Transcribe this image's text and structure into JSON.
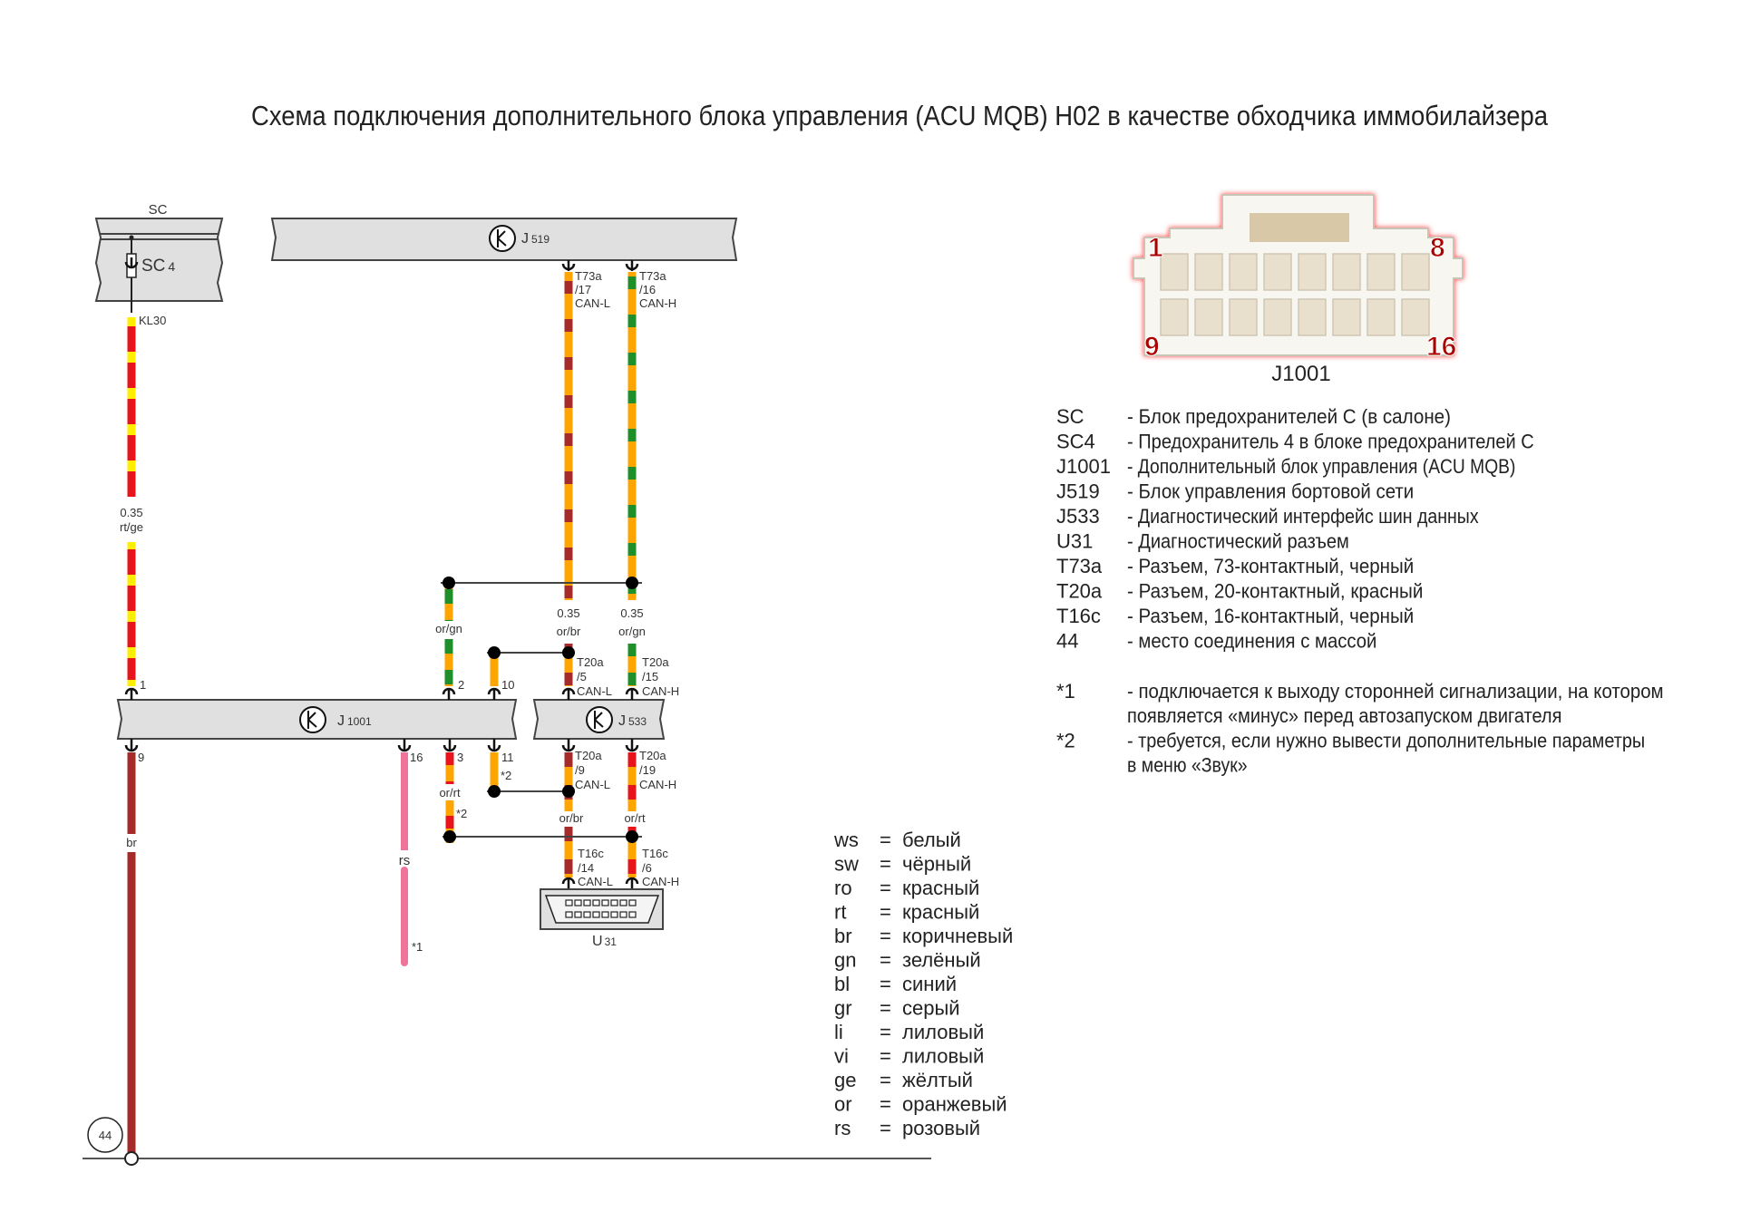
{
  "title": "Схема подключения дополнительного блока управления (ACU MQB) H02 в качестве обходчика иммобилайзера",
  "colors": {
    "rt": "#e8141c",
    "ge": "#ffee00",
    "br": "#a52a2a",
    "or": "#ffa500",
    "gn": "#1f8f2a",
    "rs": "#f07399"
  },
  "components": {
    "sc": "SC",
    "sc4": "SC",
    "sc4_num": "4",
    "j519": "J",
    "j519_num": "519",
    "j1001": "J",
    "j1001_num": "1001",
    "j533": "J",
    "j533_num": "533",
    "u31": "U",
    "u31_num": "31",
    "ground": "44"
  },
  "labels": {
    "kl30": "KL30",
    "kl30_size": "0.35",
    "kl30_color": "rt/ge",
    "t73a_17": [
      "T73a",
      "/17",
      "CAN-L"
    ],
    "t73a_16": [
      "T73a",
      "/16",
      "CAN-H"
    ],
    "orgn_mid": "or/gn",
    "canl_size": "0.35",
    "canl_color": "or/br",
    "canh_size": "0.35",
    "canh_color": "or/gn",
    "t20a_5": [
      "T20a",
      "/5",
      "CAN-L"
    ],
    "t20a_15": [
      "T20a",
      "/15",
      "CAN-H"
    ],
    "t20a_9": [
      "T20a",
      "/9",
      "CAN-L"
    ],
    "t20a_19": [
      "T20a",
      "/19",
      "CAN-H"
    ],
    "t16c_14": [
      "T16c",
      "/14",
      "CAN-L"
    ],
    "t16c_6": [
      "T16c",
      "/6",
      "CAN-H"
    ],
    "pins": {
      "p1": "1",
      "p2": "2",
      "p10": "10",
      "p9": "9",
      "p16": "16",
      "p3": "3",
      "p11": "11"
    },
    "ortr": "or/rt",
    "orbr_low": "or/br",
    "orrt_low": "or/rt",
    "br": "br",
    "rs": "rs",
    "note2a": "*2",
    "note2b": "*2",
    "note1": "*1"
  },
  "connector_photo": {
    "label": "J1001",
    "pin_tl": "1",
    "pin_tr": "8",
    "pin_bl": "9",
    "pin_br": "16"
  },
  "legend": [
    {
      "code": "SC",
      "desc": "- Блок предохранителей С (в салоне)"
    },
    {
      "code": "SC4",
      "desc": "- Предохранитель 4 в блоке предохранителей С"
    },
    {
      "code": "J1001",
      "desc": "- Дополнительный блок управления (ACU MQB)"
    },
    {
      "code": "J519",
      "desc": "- Блок управления бортовой сети"
    },
    {
      "code": "J533",
      "desc": "- Диагностический интерфейс шин данных"
    },
    {
      "code": "U31",
      "desc": "- Диагностический разъем"
    },
    {
      "code": "T73a",
      "desc": "- Разъем, 73-контактный, черный"
    },
    {
      "code": "T20a",
      "desc": "- Разъем, 20-контактный, красный"
    },
    {
      "code": "T16c",
      "desc": "- Разъем, 16-контактный, черный"
    },
    {
      "code": "44",
      "desc": "- место соединения с массой"
    }
  ],
  "footnotes": [
    {
      "code": "*1",
      "lines": [
        "- подключается к выходу сторонней сигнализации, на котором",
        "появляется «минус» перед автозапуском двигателя"
      ]
    },
    {
      "code": "*2",
      "lines": [
        "- требуется, если нужно вывести дополнительные параметры",
        "в меню «Звук»"
      ]
    }
  ],
  "wire_colors": [
    {
      "code": "ws",
      "name": "белый"
    },
    {
      "code": "sw",
      "name": "чёрный"
    },
    {
      "code": "ro",
      "name": "красный"
    },
    {
      "code": "rt",
      "name": "красный"
    },
    {
      "code": "br",
      "name": "коричневый"
    },
    {
      "code": "gn",
      "name": "зелёный"
    },
    {
      "code": "bl",
      "name": "синий"
    },
    {
      "code": "gr",
      "name": "серый"
    },
    {
      "code": "li",
      "name": "лиловый"
    },
    {
      "code": "vi",
      "name": "лиловый"
    },
    {
      "code": "ge",
      "name": "жёлтый"
    },
    {
      "code": "or",
      "name": "оранжевый"
    },
    {
      "code": "rs",
      "name": "розовый"
    }
  ],
  "equals": "="
}
